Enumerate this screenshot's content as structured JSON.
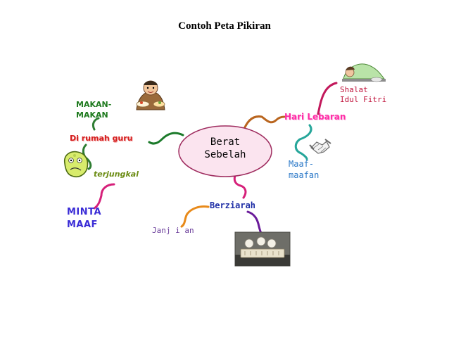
{
  "title": "Contoh Peta Pikiran",
  "center": {
    "line1": "Berat",
    "line2": "Sebelah"
  },
  "branches": {
    "shalat": {
      "line1": "Shalat",
      "line2": "Idul Fitri"
    },
    "hari_lebaran": "Hari Lebaran",
    "maaf_maafan": {
      "line1": "Maaf-",
      "line2": "maafan"
    },
    "berziarah": "Berziarah",
    "janjian": "Janj i an",
    "minta_maaf": {
      "line1": "MINTA",
      "line2": "MAAF"
    },
    "terjungkal": "terjungkal",
    "di_rumah_guru": "Di rumah guru",
    "makan_makan": {
      "line1": "MAKAN-",
      "line2": "MAKAN"
    }
  },
  "pictures": {
    "praying": "praying-person-icon",
    "handshake": "handshake-icon",
    "friends_tiles": "friends-tiles-icon",
    "eating": "eating-person-icon",
    "dizzy_face": "dizzy-face-icon"
  },
  "colors": {
    "center_fill": "#fbe4ef",
    "center_stroke": "#9e2b5e",
    "shalat": "#c0143c",
    "hari_lebaran": "#ff2ea6",
    "maaf_maafan": "#2c79c8",
    "berziarah": "#1f2fa6",
    "janjian": "#6a3d9a",
    "minta_maaf": "#3a2cd6",
    "terjungkal": "#6c8c14",
    "di_rumah_guru": "#d41e1e",
    "makan_makan": "#1e7a1e"
  }
}
